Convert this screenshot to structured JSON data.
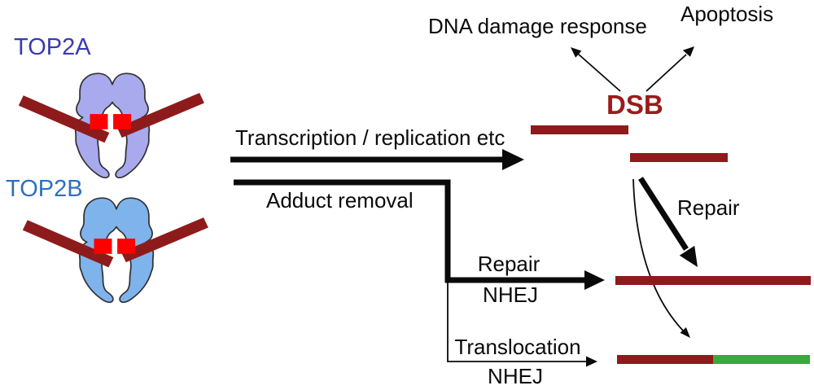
{
  "figure": {
    "title_implicit": "TOP2 adduct processing pathway",
    "proteins": {
      "top2a": {
        "label": "TOP2A"
      },
      "top2b": {
        "label": "TOP2B"
      }
    },
    "labels": {
      "transcription": "Transcription / replication etc",
      "adduct_removal": "Adduct removal",
      "dna_damage_response": "DNA damage response",
      "apoptosis": "Apoptosis",
      "dsb": "DSB",
      "repair": "Repair",
      "repair_nhej": {
        "line1": "Repair",
        "line2": "NHEJ"
      },
      "translocation_nhej": {
        "line1": "Translocation",
        "line2": "NHEJ"
      }
    },
    "colors": {
      "top2a_fill": "#A9A9EE",
      "top2a_label": "#3A3AB0",
      "top2b_fill": "#7FB3EC",
      "top2b_label": "#2F6FBE",
      "dna_bar": "#8E1B1B",
      "dsb_text": "#9B1B1B",
      "cleave_site": "#FF0000",
      "translocation_green": "#3AAA3A",
      "arrow_black": "#0A0A0A"
    }
  }
}
